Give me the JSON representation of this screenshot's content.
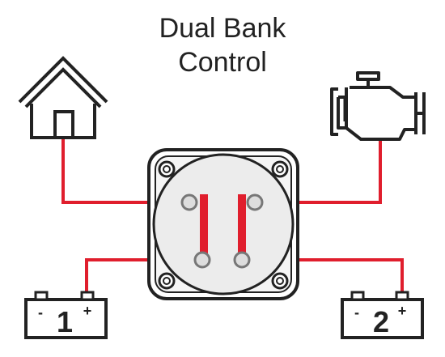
{
  "title": {
    "line1": "Dual Bank",
    "line2": "Control"
  },
  "batteries": [
    {
      "label": "1",
      "neg": "-",
      "pos": "+"
    },
    {
      "label": "2",
      "neg": "-",
      "pos": "+"
    }
  ],
  "icons": {
    "house": "house-icon",
    "engine": "engine-icon"
  },
  "colors": {
    "wire": "#e01e2d",
    "line": "#222222",
    "switch_face": "#ececec",
    "terminal": "#dddddd"
  }
}
